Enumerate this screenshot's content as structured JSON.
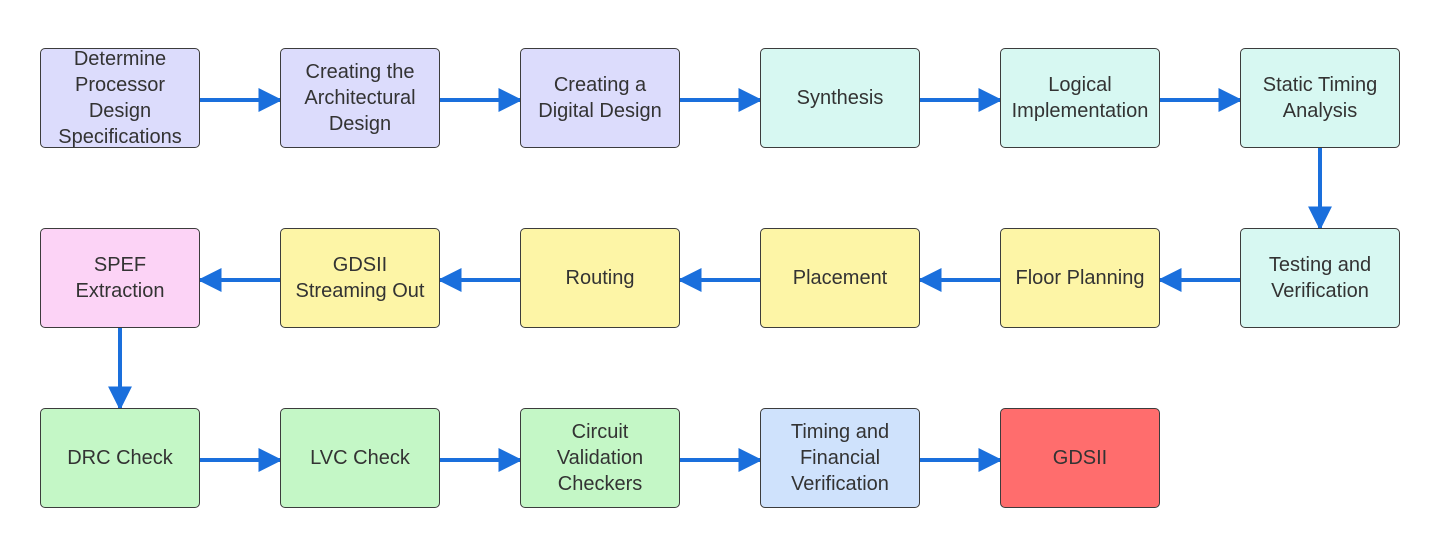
{
  "colors": {
    "arrow": "#1a6fdc",
    "border": "#3c3c3c",
    "text": "#333333"
  },
  "steps": [
    {
      "id": "s1",
      "label": "Determine\nProcessor\nDesign\nSpecifications",
      "fill": "#dcdcfc",
      "name": "step-determine-specifications"
    },
    {
      "id": "s2",
      "label": "Creating the\nArchitectural\nDesign",
      "fill": "#dcdcfc",
      "name": "step-architectural-design"
    },
    {
      "id": "s3",
      "label": "Creating a\nDigital Design",
      "fill": "#dcdcfc",
      "name": "step-digital-design"
    },
    {
      "id": "s4",
      "label": "Synthesis",
      "fill": "#d7f8f2",
      "name": "step-synthesis"
    },
    {
      "id": "s5",
      "label": "Logical\nImplementation",
      "fill": "#d7f8f2",
      "name": "step-logical-implementation"
    },
    {
      "id": "s6",
      "label": "Static Timing\nAnalysis",
      "fill": "#d7f8f2",
      "name": "step-static-timing-analysis"
    },
    {
      "id": "s7",
      "label": "Testing and\nVerification",
      "fill": "#d7f8f2",
      "name": "step-testing-verification"
    },
    {
      "id": "s8",
      "label": "Floor Planning",
      "fill": "#fdf5a6",
      "name": "step-floor-planning"
    },
    {
      "id": "s9",
      "label": "Placement",
      "fill": "#fdf5a6",
      "name": "step-placement"
    },
    {
      "id": "s10",
      "label": "Routing",
      "fill": "#fdf5a6",
      "name": "step-routing"
    },
    {
      "id": "s11",
      "label": "GDSII\nStreaming Out",
      "fill": "#fdf5a6",
      "name": "step-gdsii-streaming-out"
    },
    {
      "id": "s12",
      "label": "SPEF\nExtraction",
      "fill": "#fcd3f6",
      "name": "step-spef-extraction"
    },
    {
      "id": "s13",
      "label": "DRC Check",
      "fill": "#c4f7c6",
      "name": "step-drc-check"
    },
    {
      "id": "s14",
      "label": "LVC Check",
      "fill": "#c4f7c6",
      "name": "step-lvc-check"
    },
    {
      "id": "s15",
      "label": "Circuit\nValidation\nCheckers",
      "fill": "#c4f7c6",
      "name": "step-circuit-validation-checkers"
    },
    {
      "id": "s16",
      "label": "Timing and\nFinancial\nVerification",
      "fill": "#cfe2fc",
      "name": "step-timing-financial-verification"
    },
    {
      "id": "s17",
      "label": "GDSII",
      "fill": "#ff6d6d",
      "name": "step-gdsii"
    }
  ],
  "connections": [
    [
      "s1",
      "s2"
    ],
    [
      "s2",
      "s3"
    ],
    [
      "s3",
      "s4"
    ],
    [
      "s4",
      "s5"
    ],
    [
      "s5",
      "s6"
    ],
    [
      "s6",
      "s7"
    ],
    [
      "s7",
      "s8"
    ],
    [
      "s8",
      "s9"
    ],
    [
      "s9",
      "s10"
    ],
    [
      "s10",
      "s11"
    ],
    [
      "s11",
      "s12"
    ],
    [
      "s12",
      "s13"
    ],
    [
      "s13",
      "s14"
    ],
    [
      "s14",
      "s15"
    ],
    [
      "s15",
      "s16"
    ],
    [
      "s16",
      "s17"
    ]
  ]
}
